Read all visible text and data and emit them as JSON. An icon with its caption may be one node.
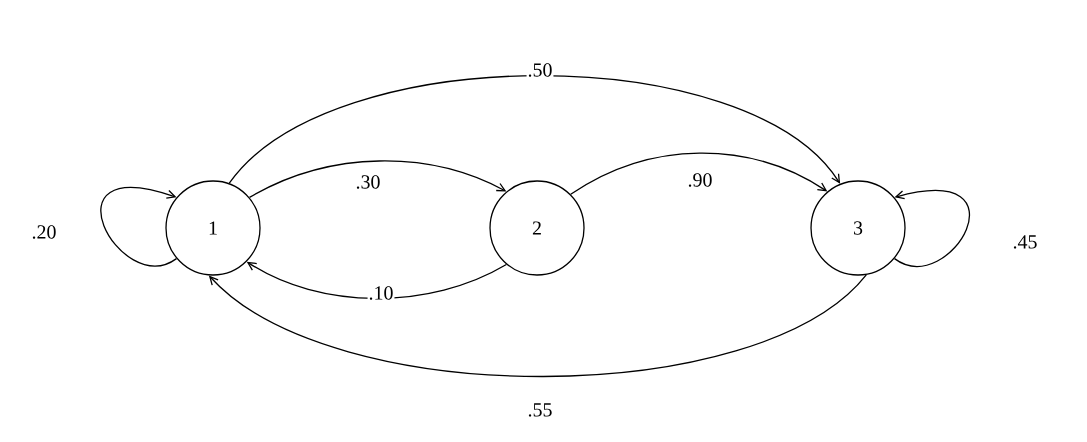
{
  "diagram": {
    "nodes": [
      {
        "text": [
          "1"
        ]
      },
      {
        "text": [
          "2"
        ]
      },
      {
        "text": [
          "3"
        ]
      }
    ],
    "edges": [
      {
        "from": 0,
        "to": 0,
        "arrow": "to",
        "label": ".20"
      },
      {
        "from": 0,
        "to": 1,
        "arrow": "to",
        "label": ".30"
      },
      {
        "from": 1,
        "to": 0,
        "arrow": "to",
        "label": ".10"
      },
      {
        "from": 1,
        "to": 2,
        "arrow": "to",
        "label": ".90"
      },
      {
        "from": 0,
        "to": 2,
        "arrow": "to",
        "label": ".50"
      },
      {
        "from": 2,
        "to": 0,
        "arrow": "to",
        "label": ".55"
      },
      {
        "from": 2,
        "to": 2,
        "arrow": "to",
        "label": ".45"
      }
    ]
  }
}
